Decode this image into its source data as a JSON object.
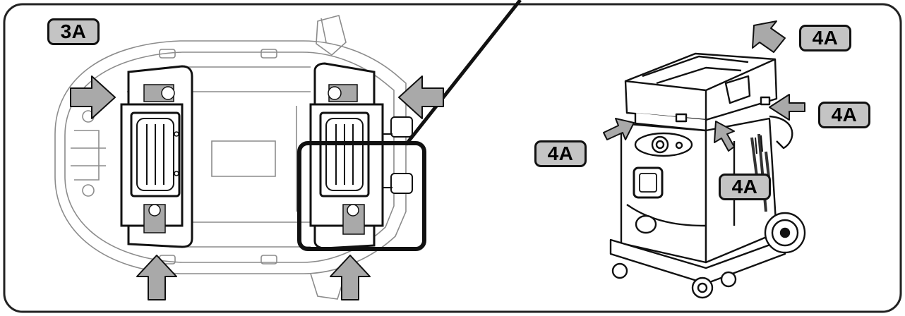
{
  "diagram": {
    "left_panel": {
      "label": "3A"
    },
    "right_panel": {
      "labels": [
        "4A",
        "4A",
        "4A",
        "4A"
      ]
    },
    "colors": {
      "stroke": "#111111",
      "arrow_fill": "#a9a9a9",
      "badge_fill": "#c4c4c4",
      "light_line": "#8c8c8c"
    },
    "icons": [
      "push-arrow-icon",
      "vacuum-cleaner-illustration",
      "tool-box-illustration"
    ]
  }
}
